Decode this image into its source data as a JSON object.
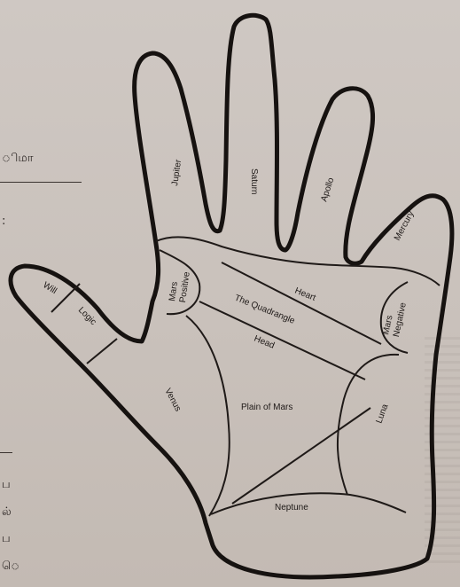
{
  "side_text": {
    "top_fragment": "ிமா",
    "left_fragments": [
      "ப",
      "ல்",
      "ப",
      "ெ"
    ],
    "colon_mark": ":"
  },
  "mounts": {
    "jupiter": "Jupiter",
    "saturn": "Saturn",
    "apollo": "Apollo",
    "mercury": "Mercury",
    "will": "Will",
    "logic": "Logic",
    "mars_positive": "Mars Positive",
    "mars_negative": "Mars Negative",
    "venus": "Venus",
    "plain_of_mars": "Plain of Mars",
    "luna": "Luna",
    "neptune": "Neptune"
  },
  "lines": {
    "heart": "Heart",
    "head": "Head",
    "quadrangle": "The Quadrangle"
  },
  "colors": {
    "paper": "#cdc5c0",
    "ink": "#1f1a18"
  }
}
